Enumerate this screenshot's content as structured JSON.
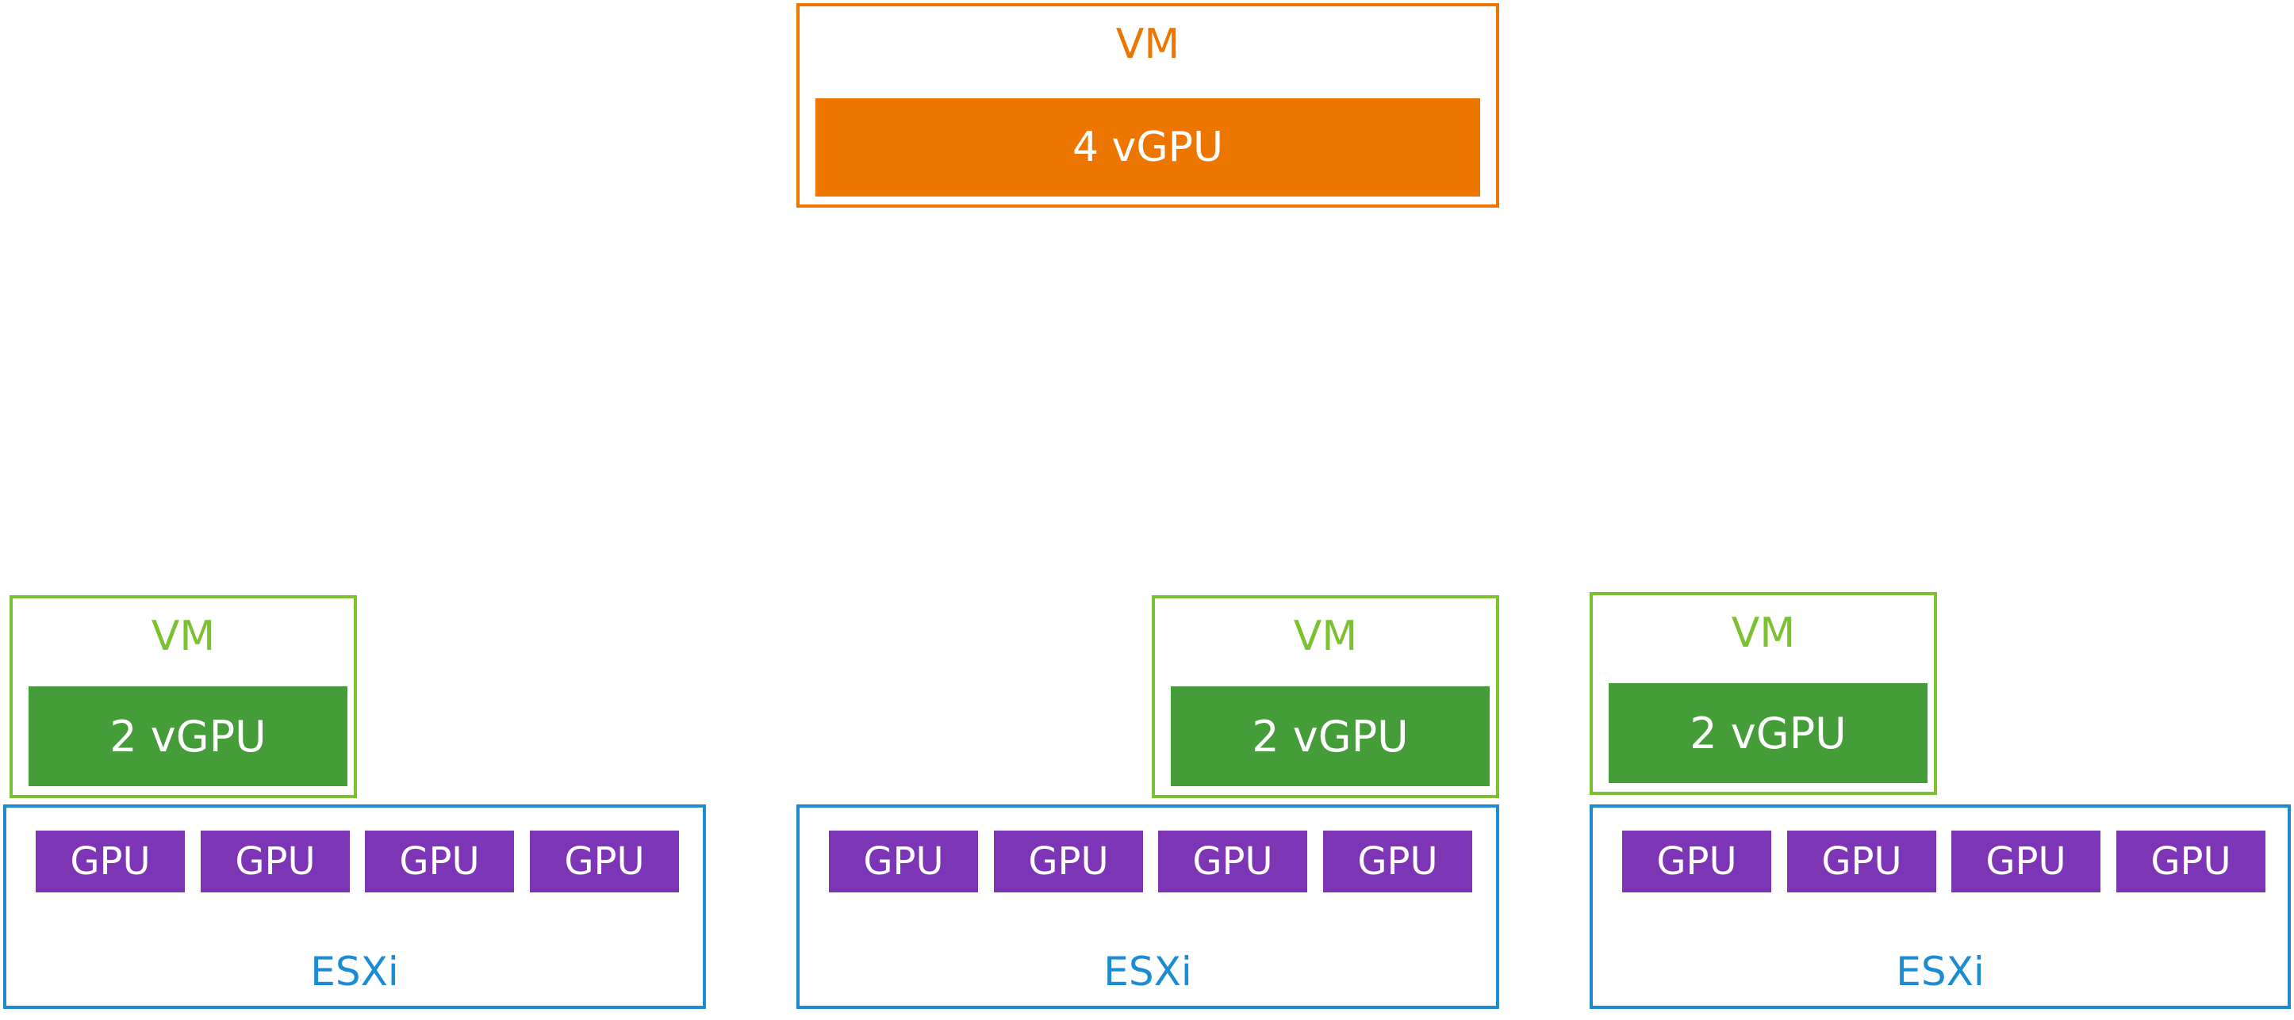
{
  "top_vm": {
    "label": "VM",
    "allocation": "4 vGPU"
  },
  "lower_vms": [
    {
      "label": "VM",
      "allocation": "2 vGPU"
    },
    {
      "label": "VM",
      "allocation": "2 vGPU"
    },
    {
      "label": "VM",
      "allocation": "2 vGPU"
    }
  ],
  "hosts": [
    {
      "label": "ESXi",
      "gpus": [
        "GPU",
        "GPU",
        "GPU",
        "GPU"
      ]
    },
    {
      "label": "ESXi",
      "gpus": [
        "GPU",
        "GPU",
        "GPU",
        "GPU"
      ]
    },
    {
      "label": "ESXi",
      "gpus": [
        "GPU",
        "GPU",
        "GPU",
        "GPU"
      ]
    }
  ],
  "colors": {
    "top_vm": "#EC7600",
    "lower_vm_border": "#7CC12F",
    "lower_vm_fill": "#449D38",
    "host": "#1B8CD3",
    "gpu": "#7B35B5"
  }
}
